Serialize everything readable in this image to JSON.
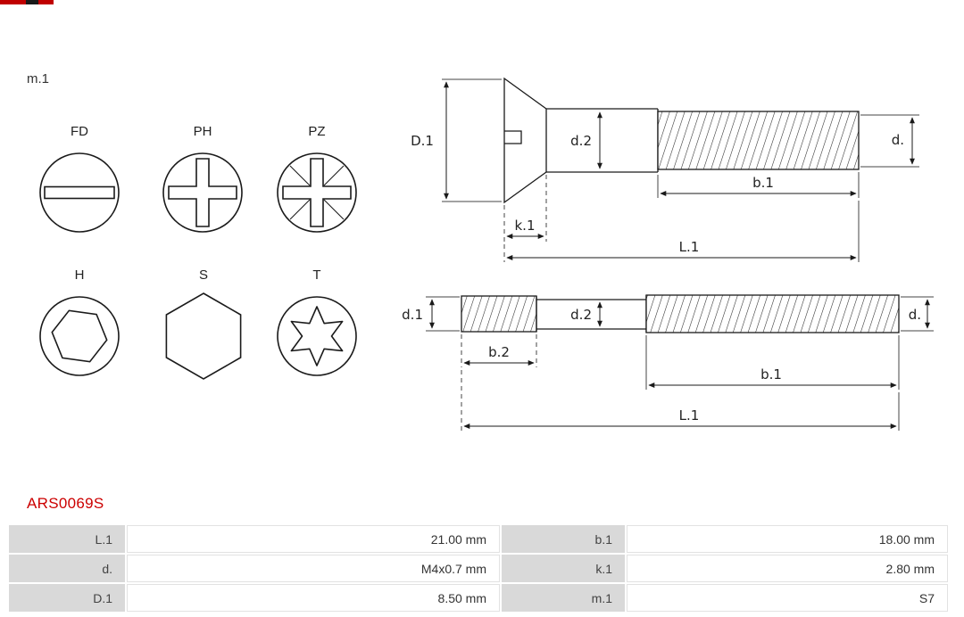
{
  "assembly_ref": "m.1",
  "brand": {
    "accent_red": "#cc0000"
  },
  "head_types": [
    {
      "code": "FD"
    },
    {
      "code": "PH"
    },
    {
      "code": "PZ"
    },
    {
      "code": "H"
    },
    {
      "code": "S"
    },
    {
      "code": "T"
    }
  ],
  "dims_top": {
    "D1": "D.1",
    "d2": "d.2",
    "d": "d.",
    "b1": "b.1",
    "k1": "k.1",
    "L1": "L.1"
  },
  "dims_bottom": {
    "d1": "d.1",
    "d2": "d.2",
    "d": "d.",
    "b2": "b.2",
    "b1": "b.1",
    "L1": "L.1"
  },
  "part_number": "ARS0069S",
  "spec_table": {
    "rows": [
      [
        {
          "label": "L.1",
          "value": "21.00 mm"
        },
        {
          "label": "b.1",
          "value": "18.00 mm"
        }
      ],
      [
        {
          "label": "d.",
          "value": "M4x0.7 mm"
        },
        {
          "label": "k.1",
          "value": "2.80 mm"
        }
      ],
      [
        {
          "label": "D.1",
          "value": "8.50 mm"
        },
        {
          "label": "m.1",
          "value": "S7"
        }
      ]
    ]
  }
}
